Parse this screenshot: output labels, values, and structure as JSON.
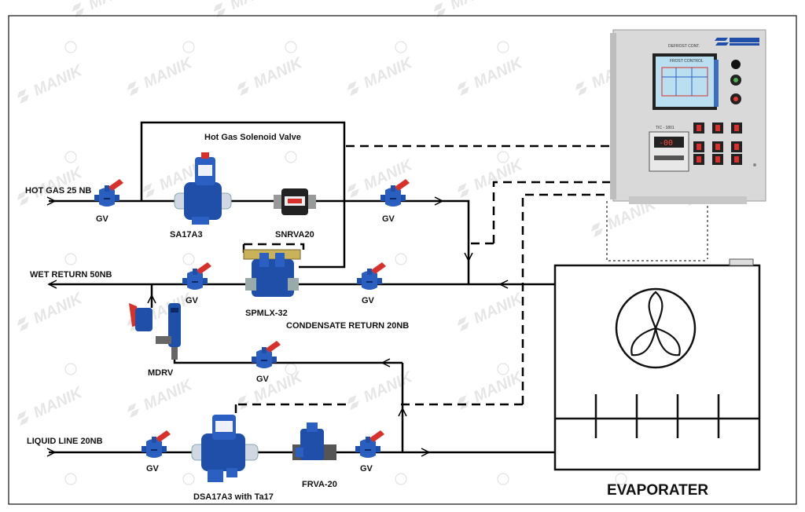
{
  "brand": {
    "logo_text": "MANIK",
    "colors": {
      "valve_blue": "#1f4fa8",
      "valve_red": "#d8312b",
      "panel_grey": "#d9d9d9",
      "screen_cyan": "#b9dff0"
    }
  },
  "lines": {
    "hot_gas": "HOT GAS 25 NB",
    "wet_return": "WET RETURN 50NB",
    "liquid": "LIQUID LINE 20NB",
    "condensate": "CONDENSATE  RETURN 20NB",
    "hot_gas_solenoid": "Hot Gas Solenoid Valve"
  },
  "components": {
    "gv": "GV",
    "sa17a3": "SA17A3",
    "snrva20": "SNRVA20",
    "spmlx32": "SPMLX-32",
    "mdrv": "MDRV",
    "dsa17a3": "DSA17A3 with Ta17",
    "frva20": "FRVA-20",
    "evaporator": "EVAPORATER"
  },
  "panel": {
    "title": "DEFROST CONT.",
    "screen_title": "FROST CONTROL",
    "controller_label": "TIC - 1801",
    "controller_value": "-00"
  }
}
